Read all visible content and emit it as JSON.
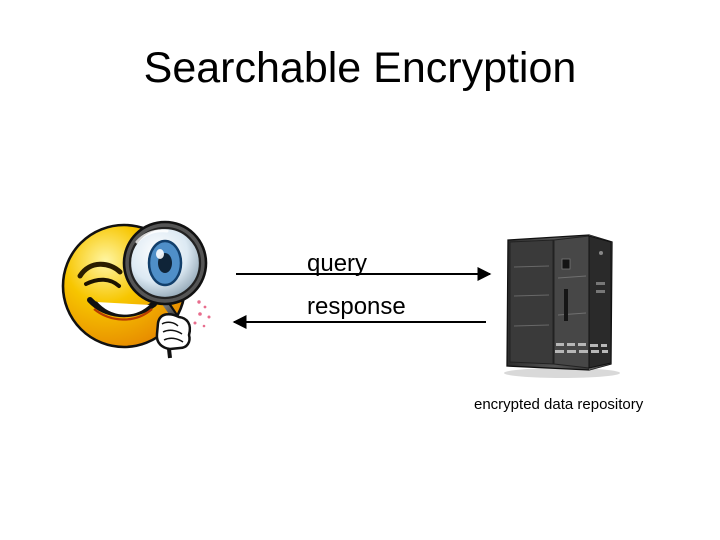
{
  "slide": {
    "title": "Searchable Encryption"
  },
  "diagram": {
    "query_label": "query",
    "response_label": "response",
    "repository_label": "encrypted data repository",
    "icons": {
      "user": "magnifier-smiley-icon",
      "server": "server-cabinet-icon"
    },
    "colors": {
      "face_yellow": "#f7c600",
      "face_orange": "#e78a00",
      "lens_blue": "#4f8fc8",
      "server_dark": "#3a3a3a",
      "arrow": "#000000"
    }
  }
}
